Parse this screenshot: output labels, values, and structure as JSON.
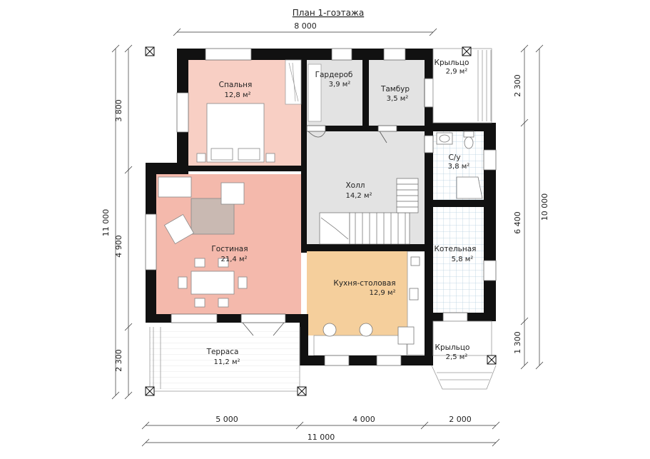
{
  "plan": {
    "title": "План 1-гоэтажа",
    "dims": {
      "top": "8 000",
      "bottom_left": "5 000",
      "bottom_mid": "4 000",
      "bottom_right": "2 000",
      "bottom_total": "11 000",
      "left_total": "11 000",
      "left_upper": "3 800",
      "left_mid": "4 900",
      "left_lower": "2 300",
      "right_upper": "2 300",
      "right_mid": "6 400",
      "right_total": "10 000",
      "right_lower": "1 300"
    },
    "rooms": {
      "bedroom": {
        "name": "Спальня",
        "area": "12,8 м²"
      },
      "wardrobe": {
        "name": "Гардероб",
        "area": "3,9 м²"
      },
      "vestibule": {
        "name": "Тамбур",
        "area": "3,5 м²"
      },
      "porch_top": {
        "name": "Крыльцо",
        "area": "2,9 м²"
      },
      "wc": {
        "name": "С/у",
        "area": "3,8 м²"
      },
      "hall": {
        "name": "Холл",
        "area": "14,2 м²"
      },
      "living": {
        "name": "Гостиная",
        "area": "21,4 м²"
      },
      "boiler": {
        "name": "Котельная",
        "area": "5,8 м²"
      },
      "kitchen": {
        "name": "Кухня-столовая",
        "area": "12,9 м²"
      },
      "terrace": {
        "name": "Терраса",
        "area": "11,2 м²"
      },
      "porch_bottom": {
        "name": "Крыльцо",
        "area": "2,5 м²"
      }
    },
    "colors": {
      "bedroom": "#f8cfc4",
      "living": "#f4b9ac",
      "kitchen": "#f5cf9c",
      "hall": "#e3e3e3",
      "wardrobe": "#e3e3e3",
      "vestibule": "#e3e3e3",
      "wall": "#111111"
    }
  }
}
